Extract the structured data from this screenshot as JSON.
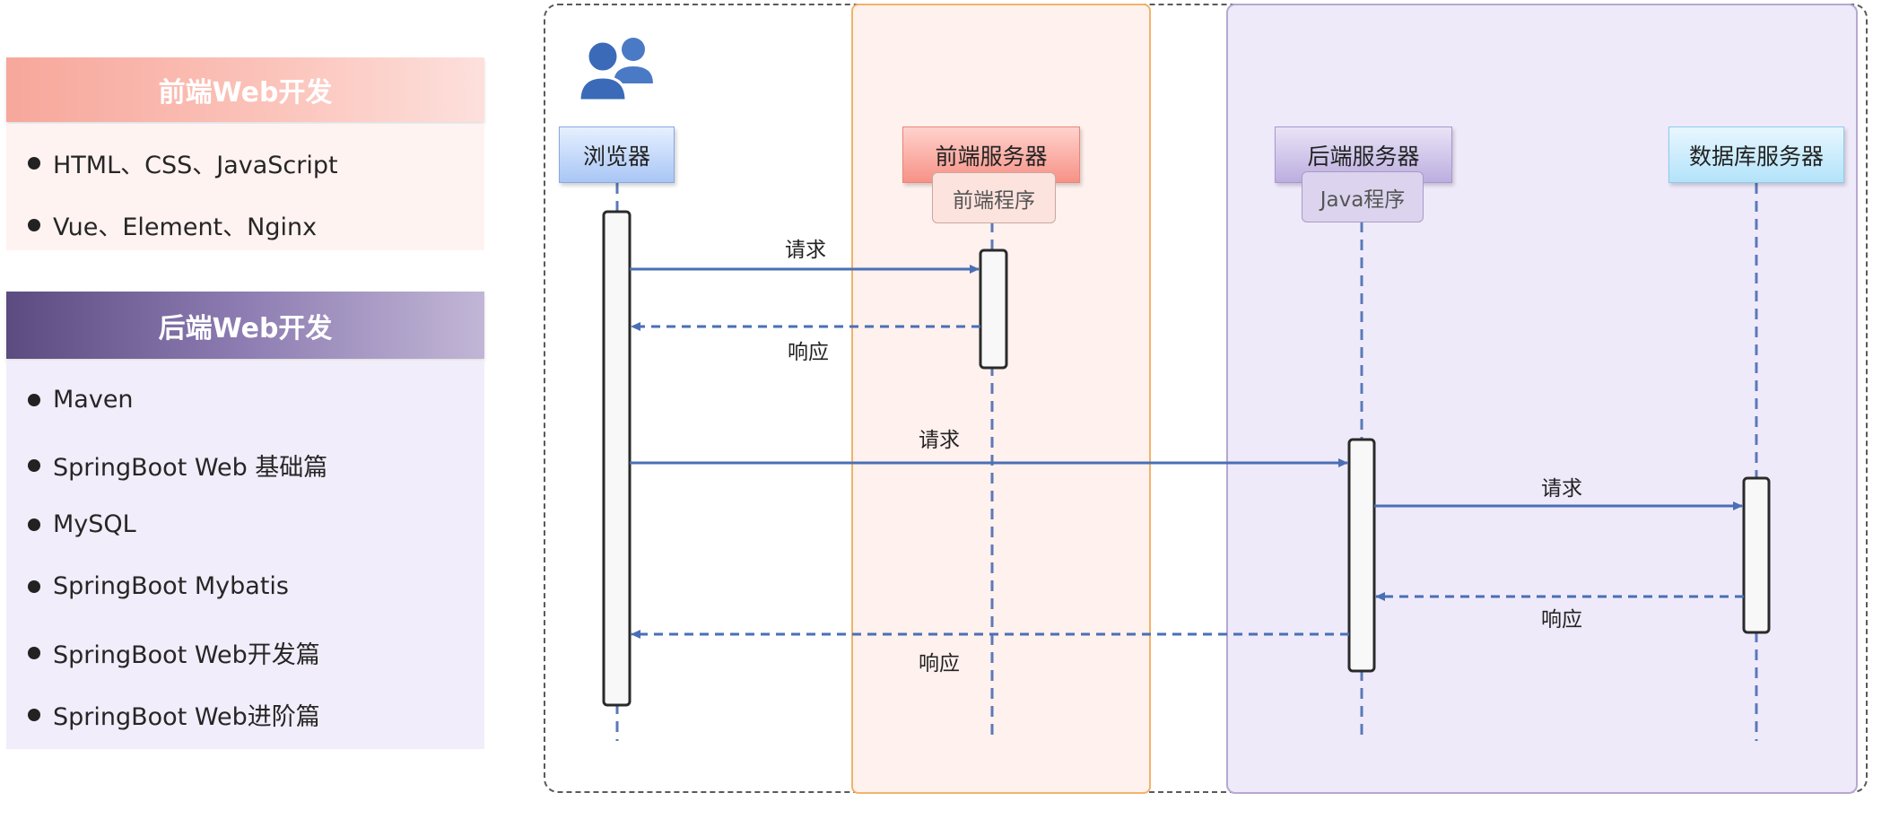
{
  "frontend_panel": {
    "title": "前端Web开发",
    "items": [
      "HTML、CSS、JavaScript",
      "Vue、Element、Nginx"
    ]
  },
  "backend_panel": {
    "title": "后端Web开发",
    "items": [
      "Maven",
      "SpringBoot Web 基础篇",
      "MySQL",
      "SpringBoot Mybatis",
      "SpringBoot Web开发篇",
      "SpringBoot Web进阶篇"
    ]
  },
  "diagram": {
    "icon": "users-icon",
    "participants": {
      "browser": "浏览器",
      "frontend_server": "前端服务器",
      "backend_server": "后端服务器",
      "database_server": "数据库服务器"
    },
    "tags": {
      "frontend_program": "前端程序",
      "java_program": "Java程序"
    },
    "messages": [
      {
        "label": "请求",
        "from": "browser",
        "to": "frontend_server",
        "kind": "request"
      },
      {
        "label": "响应",
        "from": "frontend_server",
        "to": "browser",
        "kind": "response"
      },
      {
        "label": "请求",
        "from": "browser",
        "to": "backend_server",
        "kind": "request"
      },
      {
        "label": "请求",
        "from": "backend_server",
        "to": "database_server",
        "kind": "request"
      },
      {
        "label": "响应",
        "from": "database_server",
        "to": "backend_server",
        "kind": "response"
      },
      {
        "label": "响应",
        "from": "backend_server",
        "to": "browser",
        "kind": "response"
      }
    ],
    "colors": {
      "arrow": "#4a6fb5",
      "lifeline": "#5b79b8",
      "frontend_zone": "#fff1ed",
      "backend_zone": "#efeafa"
    }
  }
}
